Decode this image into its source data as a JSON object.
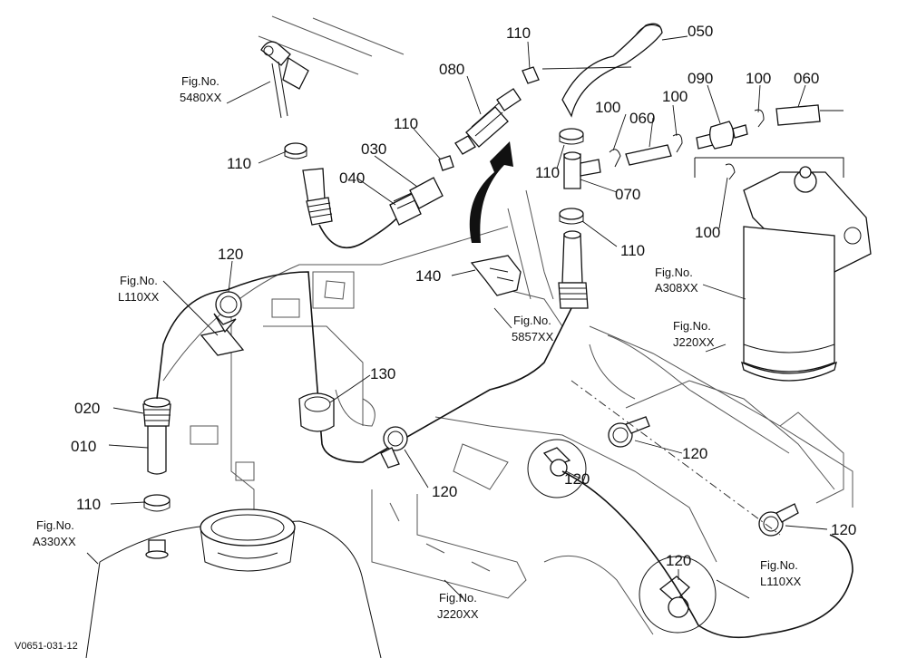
{
  "drawing_code": "V0651-031-12",
  "callouts": {
    "c010": "010",
    "c020": "020",
    "c030": "030",
    "c040": "040",
    "c050": "050",
    "c060a": "060",
    "c060b": "060",
    "c070": "070",
    "c080": "080",
    "c090": "090",
    "c100a": "100",
    "c100b": "100",
    "c100c": "100",
    "c100d": "100",
    "c110a": "110",
    "c110b": "110",
    "c110c": "110",
    "c110d": "110",
    "c110e": "110",
    "c110f": "110",
    "c120a": "120",
    "c120b": "120",
    "c120c": "120",
    "c120d": "120",
    "c120e": "120",
    "c120f": "120",
    "c130": "130",
    "c140": "140"
  },
  "fig_refs": {
    "f5480": {
      "label": "Fig.No.",
      "code": "5480XX"
    },
    "fL110a": {
      "label": "Fig.No.",
      "code": "L110XX"
    },
    "fA330": {
      "label": "Fig.No.",
      "code": "A330XX"
    },
    "f5857": {
      "label": "Fig.No.",
      "code": "5857XX"
    },
    "fA308": {
      "label": "Fig.No.",
      "code": "A308XX"
    },
    "fJ220a": {
      "label": "Fig.No.",
      "code": "J220XX"
    },
    "fJ220b": {
      "label": "Fig.No.",
      "code": "J220XX"
    },
    "fL110b": {
      "label": "Fig.No.",
      "code": "L110XX"
    }
  }
}
